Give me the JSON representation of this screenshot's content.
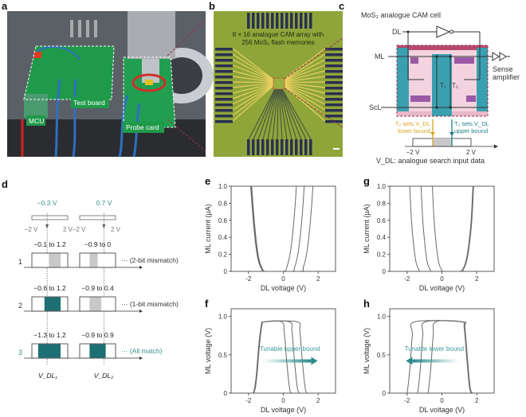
{
  "panels": {
    "a": {
      "letter": "a",
      "labels": {
        "test_board": "Test board",
        "mcu": "MCU",
        "probe_card": "Probe card"
      }
    },
    "b": {
      "letter": "b",
      "caption_line1": "8 × 16 analogue CAM array with",
      "caption_line2": "256 MoS₂ flash memories"
    },
    "c": {
      "letter": "c",
      "title": "MoS₂ analogue CAM cell",
      "dl": "DL",
      "ml": "ML",
      "scl": "ScL",
      "t1": "T₁",
      "t2": "T₂",
      "sense_line1": "Sense",
      "sense_line2": "amplifier",
      "lower_line1": "T₂ sets V_DL",
      "lower_line2": "lower bound",
      "upper_line1": "T₁ sets V_DL",
      "upper_line2": "upper bound",
      "axis_min": "−2 V",
      "axis_max": "2 V",
      "caption": "V_DL: analogue search input data",
      "colors": {
        "lower": "#d9a520",
        "upper": "#1e7f86",
        "teal_fill": "#3aa0b0",
        "pink": "#f3d3df",
        "purple": "#9a5aa6",
        "dashed": "#a0304a"
      }
    },
    "d": {
      "letter": "d",
      "search": [
        {
          "value_label": "−0.3 V",
          "value": -0.3,
          "min": "−2 V",
          "max": "2 V"
        },
        {
          "value_label": "0.7 V",
          "value": 0.7,
          "min": "−2 V",
          "max": "2 V"
        }
      ],
      "rows": [
        {
          "index": "1",
          "note": "··· (2-bit mismatch)",
          "cells": [
            {
              "label": "−0.1 to 1.2",
              "lo": -0.1,
              "hi": 1.2,
              "match": false
            },
            {
              "label": "−0.9 to 0",
              "lo": -0.9,
              "hi": 0,
              "match": false
            }
          ]
        },
        {
          "index": "2",
          "note": "··· (1-bit mismatch)",
          "cells": [
            {
              "label": "−0.6 to 1.2",
              "lo": -0.6,
              "hi": 1.2,
              "match": true
            },
            {
              "label": "−0.9 to 0.4",
              "lo": -0.9,
              "hi": 0.4,
              "match": false
            }
          ]
        },
        {
          "index": "3",
          "note": "··· (All match)",
          "cells": [
            {
              "label": "−1.3 to 1.2",
              "lo": -1.3,
              "hi": 1.2,
              "match": true
            },
            {
              "label": "−0.9 to 0.9",
              "lo": -0.9,
              "hi": 0.9,
              "match": true
            }
          ]
        }
      ],
      "vdl1": "V_DL₁",
      "vdl2": "V_DL₂",
      "colors": {
        "match": "#1d6f73",
        "mismatch": "#c8c8c8",
        "highlight": "#3a8f8a"
      }
    }
  },
  "chart_data": [
    {
      "id": "e",
      "letter": "e",
      "type": "line",
      "xlabel": "DL voltage (V)",
      "ylabel": "ML current (μA)",
      "xlim": [
        -3,
        3
      ],
      "ylim": [
        0,
        1
      ],
      "xticks": [
        -2,
        0,
        2
      ],
      "yticks": [
        0,
        0.2,
        0.4,
        0.6,
        0.8,
        1.0
      ],
      "ytick_labels": [
        "0",
        "0.2",
        "0.4",
        "0.6",
        "0.8",
        "1.0"
      ],
      "grid": false,
      "series": [
        {
          "points": [
            [
              -1.85,
              1
            ],
            [
              -1.7,
              0.6
            ],
            [
              -1.55,
              0.3
            ],
            [
              -1.4,
              0.12
            ],
            [
              -1.2,
              0.02
            ],
            [
              -1.0,
              0
            ],
            [
              0,
              0
            ],
            [
              0.2,
              0.05
            ],
            [
              0.4,
              0.22
            ],
            [
              0.55,
              0.47
            ],
            [
              0.68,
              0.78
            ],
            [
              0.75,
              1
            ]
          ]
        },
        {
          "points": [
            [
              -1.82,
              1
            ],
            [
              -1.67,
              0.6
            ],
            [
              -1.52,
              0.3
            ],
            [
              -1.37,
              0.12
            ],
            [
              -1.17,
              0.02
            ],
            [
              -0.97,
              0
            ],
            [
              0.45,
              0
            ],
            [
              0.65,
              0.05
            ],
            [
              0.85,
              0.22
            ],
            [
              1.0,
              0.47
            ],
            [
              1.13,
              0.78
            ],
            [
              1.2,
              1
            ]
          ]
        },
        {
          "points": [
            [
              -1.88,
              1
            ],
            [
              -1.73,
              0.6
            ],
            [
              -1.58,
              0.3
            ],
            [
              -1.43,
              0.12
            ],
            [
              -1.23,
              0.02
            ],
            [
              -1.03,
              0
            ],
            [
              0.95,
              0
            ],
            [
              1.15,
              0.05
            ],
            [
              1.35,
              0.22
            ],
            [
              1.5,
              0.47
            ],
            [
              1.63,
              0.78
            ],
            [
              1.7,
              1
            ]
          ]
        }
      ]
    },
    {
      "id": "f",
      "letter": "f",
      "type": "line",
      "xlabel": "DL voltage (V)",
      "ylabel": "ML voltage (V)",
      "xlim": [
        -3,
        3
      ],
      "ylim": [
        0,
        1.1
      ],
      "xticks": [
        -2,
        0,
        2
      ],
      "yticks": [
        0,
        0.5,
        1.0
      ],
      "ytick_labels": [
        "0",
        "0.5",
        "1.0"
      ],
      "grid": false,
      "annotation": {
        "text": "Tunable upper bound",
        "direction": "right"
      },
      "series": [
        {
          "points": [
            [
              -2,
              0
            ],
            [
              -1.7,
              0.01
            ],
            [
              -1.55,
              0.2
            ],
            [
              -1.4,
              0.6
            ],
            [
              -1.25,
              0.88
            ],
            [
              -1.05,
              0.93
            ],
            [
              -0.1,
              0.93
            ],
            [
              0.05,
              0.8
            ],
            [
              0.2,
              0.4
            ],
            [
              0.35,
              0.08
            ],
            [
              0.5,
              0
            ],
            [
              1.2,
              0
            ]
          ]
        },
        {
          "points": [
            [
              -2,
              0
            ],
            [
              -1.72,
              0.01
            ],
            [
              -1.57,
              0.2
            ],
            [
              -1.42,
              0.6
            ],
            [
              -1.27,
              0.88
            ],
            [
              -1.07,
              0.93
            ],
            [
              0.35,
              0.93
            ],
            [
              0.5,
              0.8
            ],
            [
              0.65,
              0.4
            ],
            [
              0.8,
              0.08
            ],
            [
              0.95,
              0
            ],
            [
              1.4,
              0
            ]
          ]
        },
        {
          "points": [
            [
              -2,
              0
            ],
            [
              -1.68,
              0.01
            ],
            [
              -1.53,
              0.2
            ],
            [
              -1.38,
              0.6
            ],
            [
              -1.23,
              0.88
            ],
            [
              -1.03,
              0.93
            ],
            [
              0.8,
              0.93
            ],
            [
              0.95,
              0.8
            ],
            [
              1.1,
              0.4
            ],
            [
              1.25,
              0.08
            ],
            [
              1.4,
              0
            ],
            [
              1.9,
              0
            ]
          ]
        }
      ]
    },
    {
      "id": "g",
      "letter": "g",
      "type": "line",
      "xlabel": "DL voltage (V)",
      "ylabel": "ML current (μA)",
      "xlim": [
        -3,
        3
      ],
      "ylim": [
        0,
        1
      ],
      "xticks": [
        -2,
        0,
        2
      ],
      "yticks": [
        0,
        0.2,
        0.4,
        0.6,
        0.8,
        1.0
      ],
      "ytick_labels": [
        "0",
        "0.2",
        "0.4",
        "0.6",
        "0.8",
        "1.0"
      ],
      "grid": false,
      "series": [
        {
          "points": [
            [
              -1.85,
              1
            ],
            [
              -1.75,
              0.6
            ],
            [
              -1.62,
              0.3
            ],
            [
              -1.48,
              0.1
            ],
            [
              -1.3,
              0.01
            ],
            [
              -1.2,
              0
            ],
            [
              1.0,
              0
            ],
            [
              1.2,
              0.02
            ],
            [
              1.4,
              0.12
            ],
            [
              1.55,
              0.3
            ],
            [
              1.7,
              0.6
            ],
            [
              1.8,
              1
            ]
          ]
        },
        {
          "points": [
            [
              -1.2,
              1
            ],
            [
              -1.1,
              0.6
            ],
            [
              -0.97,
              0.3
            ],
            [
              -0.83,
              0.1
            ],
            [
              -0.65,
              0.01
            ],
            [
              -0.55,
              0
            ],
            [
              1.02,
              0
            ],
            [
              1.22,
              0.02
            ],
            [
              1.42,
              0.12
            ],
            [
              1.57,
              0.3
            ],
            [
              1.72,
              0.6
            ],
            [
              1.82,
              1
            ]
          ]
        },
        {
          "points": [
            [
              -0.55,
              1
            ],
            [
              -0.45,
              0.6
            ],
            [
              -0.32,
              0.3
            ],
            [
              -0.18,
              0.1
            ],
            [
              0,
              0.01
            ],
            [
              0.1,
              0
            ],
            [
              0.98,
              0
            ],
            [
              1.18,
              0.02
            ],
            [
              1.38,
              0.12
            ],
            [
              1.53,
              0.3
            ],
            [
              1.68,
              0.6
            ],
            [
              1.78,
              1
            ]
          ]
        }
      ]
    },
    {
      "id": "h",
      "letter": "h",
      "type": "line",
      "xlabel": "DL voltage (V)",
      "ylabel": "ML voltage (V)",
      "xlim": [
        -3,
        3
      ],
      "ylim": [
        0,
        1.1
      ],
      "xticks": [
        -2,
        0,
        2
      ],
      "yticks": [
        0,
        0.5,
        1.0
      ],
      "ytick_labels": [
        "0",
        "0.5",
        "1.0"
      ],
      "grid": false,
      "annotation": {
        "text": "Tunable lower bound",
        "direction": "left"
      },
      "series": [
        {
          "points": [
            [
              -2.1,
              0
            ],
            [
              -2.0,
              0.01
            ],
            [
              -1.85,
              0.3
            ],
            [
              -1.7,
              0.75
            ],
            [
              -1.55,
              0.93
            ],
            [
              1.15,
              0.93
            ],
            [
              1.3,
              0.85
            ],
            [
              1.45,
              0.45
            ],
            [
              1.6,
              0.08
            ],
            [
              1.75,
              0
            ],
            [
              2,
              0
            ]
          ]
        },
        {
          "points": [
            [
              -1.6,
              0
            ],
            [
              -1.4,
              0.01
            ],
            [
              -1.25,
              0.3
            ],
            [
              -1.1,
              0.75
            ],
            [
              -0.95,
              0.93
            ],
            [
              1.17,
              0.93
            ],
            [
              1.32,
              0.85
            ],
            [
              1.47,
              0.45
            ],
            [
              1.62,
              0.08
            ],
            [
              1.77,
              0
            ],
            [
              2,
              0
            ]
          ]
        },
        {
          "points": [
            [
              -1.0,
              0
            ],
            [
              -0.8,
              0.01
            ],
            [
              -0.65,
              0.3
            ],
            [
              -0.5,
              0.75
            ],
            [
              -0.35,
              0.93
            ],
            [
              1.13,
              0.93
            ],
            [
              1.28,
              0.85
            ],
            [
              1.43,
              0.45
            ],
            [
              1.58,
              0.08
            ],
            [
              1.73,
              0
            ],
            [
              2,
              0
            ]
          ]
        }
      ]
    }
  ]
}
